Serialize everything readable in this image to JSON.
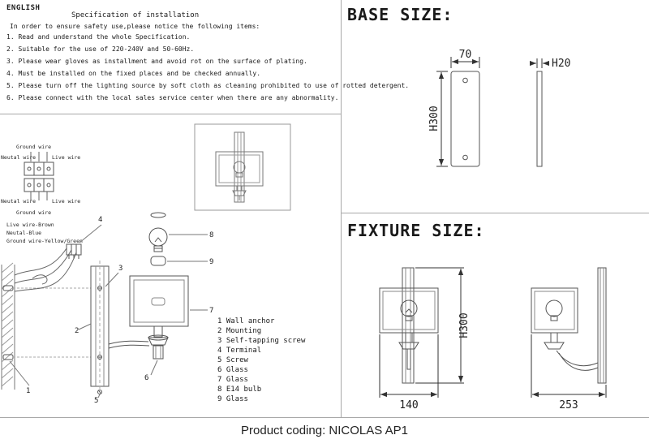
{
  "spec": {
    "language": "ENGLISH",
    "title": "Specification of installation",
    "intro": "In order to ensure safety use,please notice the following items:",
    "items": [
      "1. Read and understand the whole Specification.",
      "2. Suitable for the use of 220-240V and 50-60Hz.",
      "3. Please wear gloves as installment and avoid rot on the surface of plating.",
      "4. Must be installed on the fixed places and be checked annually.",
      "5. Please turn off the lighting source by soft cloth as cleaning prohibited to use of rotted detergent.",
      "6. Please connect with the local sales service center when there are any abnormality."
    ]
  },
  "wiring": {
    "ground_top": "Ground wire",
    "neutral_top": "Neutal wire",
    "live_top": "Live wire",
    "neutral_bottom": "Neutal wire",
    "live_bottom": "Live wire",
    "ground_bottom": "Ground wire",
    "legend": [
      "Live wire-Brown",
      "Neutal-Blue",
      "Ground wire-Yellow/Green"
    ]
  },
  "callouts": [
    "1",
    "2",
    "3",
    "4",
    "5",
    "6",
    "7",
    "8",
    "9"
  ],
  "parts": [
    "1 Wall anchor",
    "2 Mounting",
    "3 Self-tapping screw",
    "4 Terminal",
    "5 Screw",
    "6 Glass",
    "7 Glass",
    "8 E14 bulb",
    "9 Glass"
  ],
  "base_size": {
    "title": "BASE SIZE:",
    "width": "70",
    "thickness": "H20",
    "height": "H300"
  },
  "fixture_size": {
    "title": "FIXTURE SIZE:",
    "height": "H300",
    "width": "140",
    "depth": "253"
  },
  "footer": {
    "product_coding": "Product coding: NICOLAS AP1"
  }
}
